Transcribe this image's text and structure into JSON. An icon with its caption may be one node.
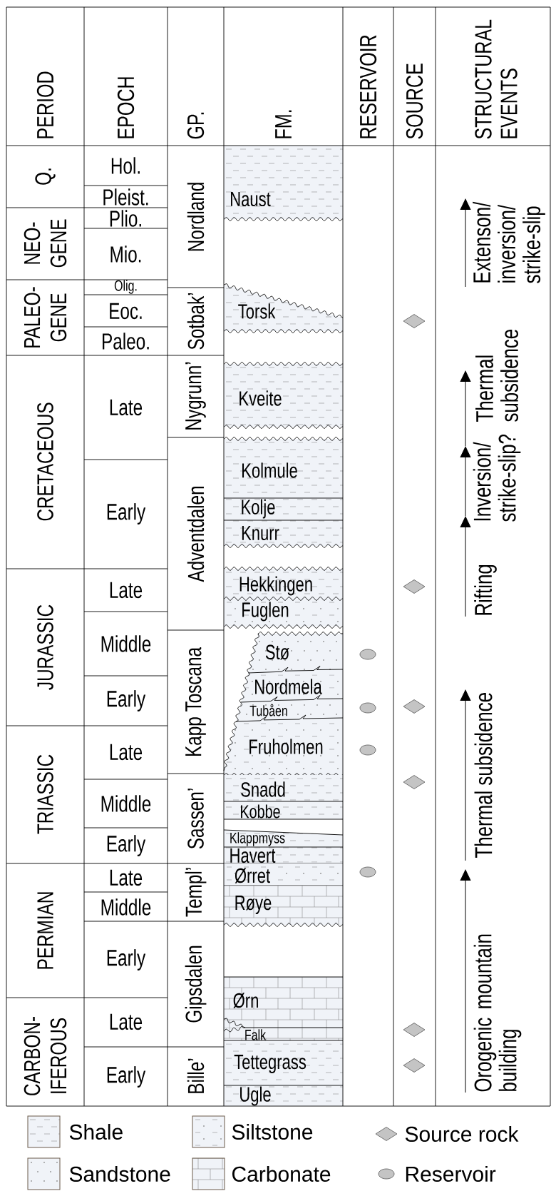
{
  "diagram": {
    "labels": [
      "PERIOD",
      "EPOCH",
      "GP.",
      "FM.",
      "RESERVOIR",
      "SOURCE",
      "STRUCTURAL EVENTS",
      "Q.",
      "NEO- GENE",
      "PALEO- GENE",
      "CRETACEOUS",
      "JURASSIC",
      "TRIASSIC",
      "PERMIAN",
      "CARBON- IFEROUS",
      "Hol.",
      "Pleist.",
      "Plio.",
      "Mio.",
      "Olig.",
      "Eoc.",
      "Paleo.",
      "Late",
      "Early",
      "Late",
      "Middle",
      "Early",
      "Late",
      "Middle",
      "Early",
      "Late",
      "Middle",
      "Early",
      "Late",
      "Early",
      "Nordland",
      "Sotbak’",
      "Nygrunn’",
      "Adventdalen",
      "Kapp Toscana",
      "Sassen’",
      "Templ’",
      "Gipsdalen",
      "Bille’",
      "Naust",
      "Torsk",
      "Kveite",
      "Kolmule",
      "Kolje",
      "Knurr",
      "Hekkingen",
      "Fuglen",
      "Stø",
      "Nordmela",
      "Tubåen",
      "Fruholmen",
      "Snadd",
      "Kobbe",
      "Klappmyss",
      "Havert",
      "Ørret",
      "Røye",
      "Ørn",
      "Falk",
      "Tettegrass",
      "Ugle",
      "Extenson/ inversion/ strike-slip",
      "Thermal subsidence",
      "Inversion/ strike-slip?",
      "Rifting",
      "Thermal subsidence",
      "Orogenic mountain building"
    ],
    "legend": [
      {
        "text": "Shale"
      },
      {
        "text": "Siltstone"
      },
      {
        "text": "Source rock"
      },
      {
        "text": "Sandstone"
      },
      {
        "text": "Carbonate"
      },
      {
        "text": "Reservoir"
      }
    ]
  }
}
